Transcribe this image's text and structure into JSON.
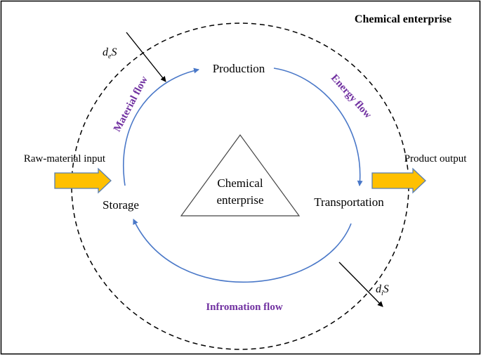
{
  "title": "Chemical enterprise",
  "center_label": {
    "line1": "Chemical",
    "line2": "enterprise"
  },
  "nodes": {
    "production": "Production",
    "transportation": "Transportation",
    "storage": "Storage"
  },
  "flows": {
    "material": "Material flow",
    "energy": "Energy flow",
    "information": "Infromation flow"
  },
  "io": {
    "input": "Raw-material input",
    "output": "Product output"
  },
  "entropy": {
    "external": {
      "symbol": "d",
      "subscript": "e",
      "variable": "S"
    },
    "internal": {
      "symbol": "d",
      "subscript": "i",
      "variable": "S"
    }
  },
  "colors": {
    "flow_arrow": "#4a78c8",
    "flow_label": "#7030a0",
    "io_arrow_fill": "#ffc000",
    "io_arrow_stroke": "#5a7fb0",
    "line": "#000000"
  }
}
